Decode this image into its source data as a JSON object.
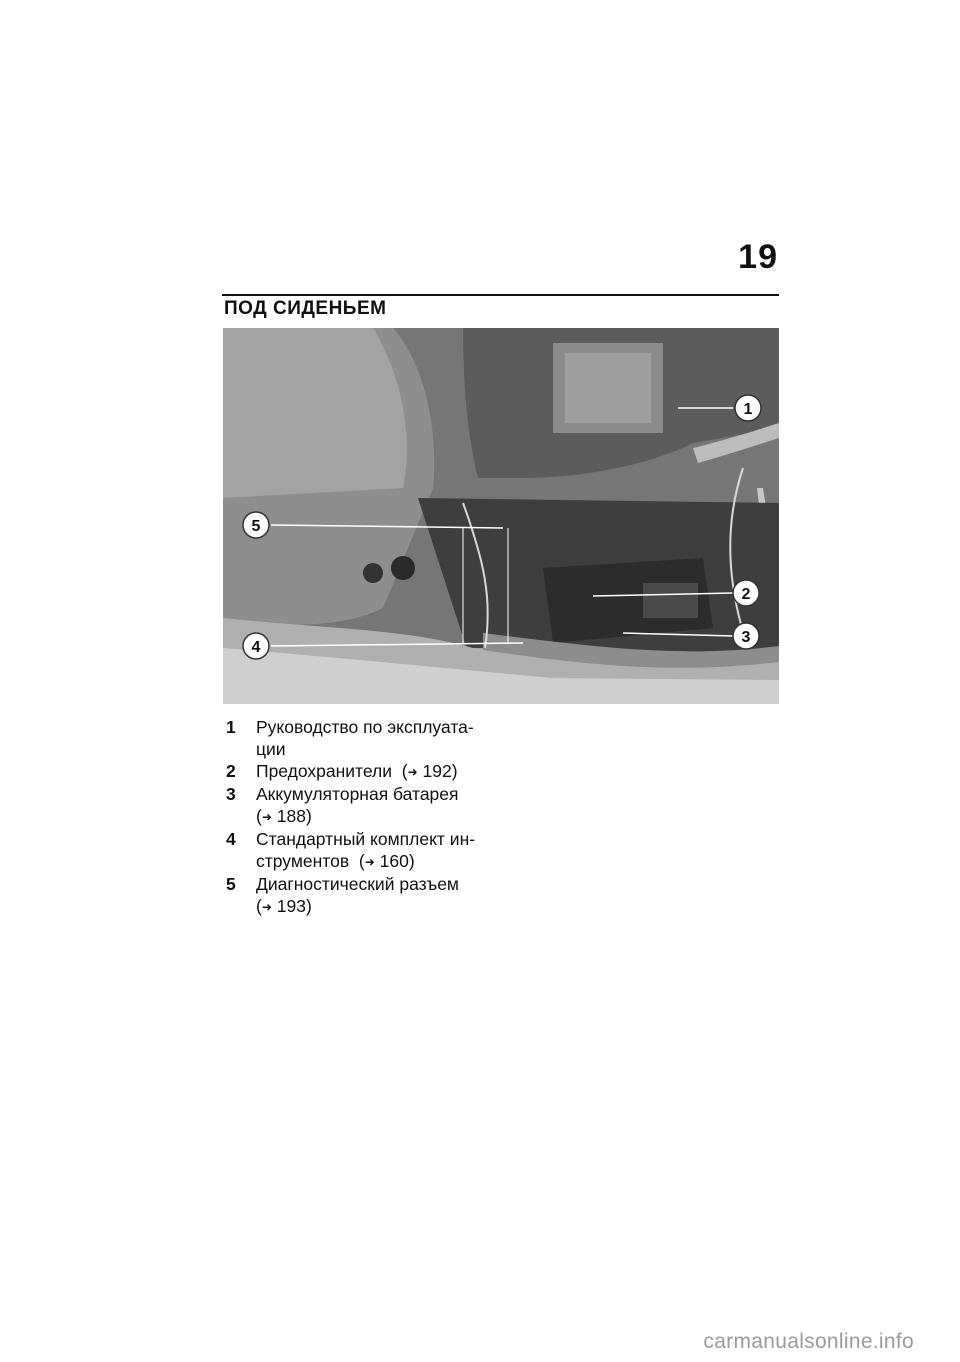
{
  "header": {
    "page_number": "19",
    "section_title": "ПОД СИДЕНЬЕМ"
  },
  "figure": {
    "callouts": [
      "1",
      "2",
      "3",
      "4",
      "5"
    ]
  },
  "legend": [
    {
      "num": "1",
      "text": "Руководство по эксплуата-ции",
      "ref": ""
    },
    {
      "num": "2",
      "text": "Предохранители",
      "ref": "192"
    },
    {
      "num": "3",
      "text": "Аккумуляторная батарея",
      "ref": "188"
    },
    {
      "num": "4",
      "text": "Стандартный комплект ин-струментов",
      "ref": "160"
    },
    {
      "num": "5",
      "text": "Диагностический разъем",
      "ref": "193"
    }
  ],
  "ref_arrow_icon": "arrow-right-icon",
  "footer": {
    "watermark": "carmanualsonline.info"
  }
}
